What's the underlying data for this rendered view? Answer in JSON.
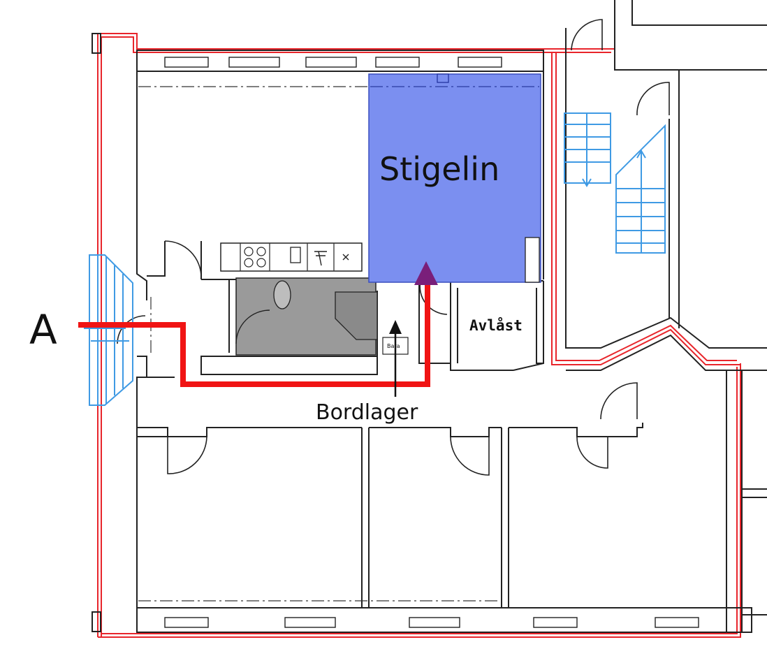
{
  "labels": {
    "room_main": "Stigelin",
    "room_locked": "Avlåst",
    "storage": "Bordlager",
    "entrance": "A",
    "sign": "Bara"
  },
  "colors": {
    "highlight_room": "#7b8ff0",
    "route": "#f01414",
    "route_arrowhead": "#7a1f7a",
    "stairs": "#3f9ae4",
    "wc_area": "#9a9a9a",
    "outer_wall": "#e8252b"
  }
}
